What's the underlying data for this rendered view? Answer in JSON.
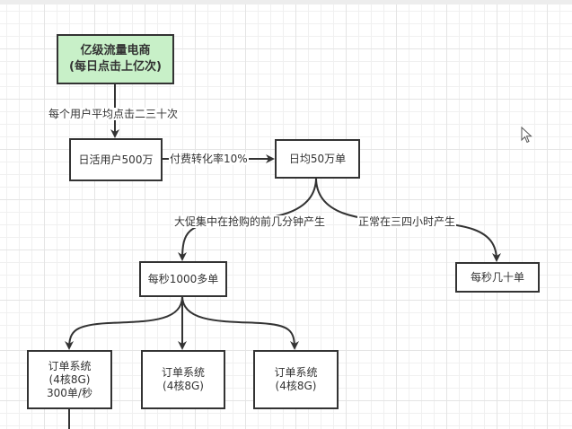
{
  "diagram": {
    "nodes": {
      "root": {
        "line1": "亿级流量电商",
        "line2": "(每日点击上亿次)"
      },
      "dau": {
        "label": "日活用户500万"
      },
      "daily_orders": {
        "label": "日均50万单"
      },
      "peak_rate": {
        "label": "每秒1000多单"
      },
      "normal_rate": {
        "label": "每秒几十单"
      },
      "order_sys_1": {
        "line1": "订单系统",
        "line2": "(4核8G)",
        "line3": "300单/秒"
      },
      "order_sys_2": {
        "line1": "订单系统",
        "line2": "(4核8G)"
      },
      "order_sys_3": {
        "line1": "订单系统",
        "line2": "(4核8G)"
      }
    },
    "edges": {
      "root_to_dau": "每个用户平均点击二三十次",
      "dau_to_orders": "付费转化率10%",
      "orders_to_peak": "大促集中在抢购的前几分钟产生",
      "orders_to_normal": "正常在三四小时产生"
    },
    "colors": {
      "root_fill": "#c8f0c8",
      "stroke": "#333333",
      "text": "#333333"
    }
  }
}
